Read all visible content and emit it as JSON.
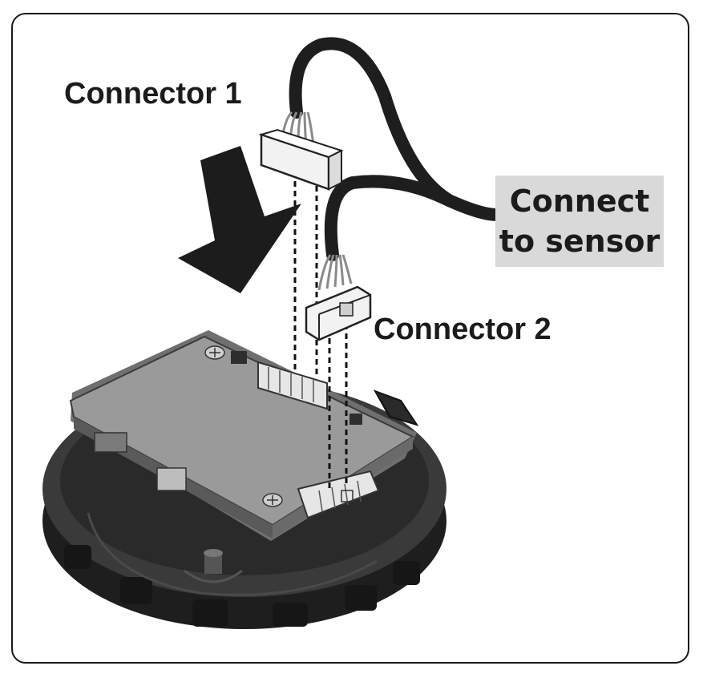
{
  "labels": {
    "connector_1": "Connector 1",
    "connector_2": "Connector 2",
    "sensor_callout_line1": "Connect",
    "sensor_callout_line2": "to sensor"
  },
  "colors": {
    "base_dark": "#2b2b2b",
    "board_gray": "#8c8c8c",
    "cable": "#1e1e1e",
    "callout_bg": "#d9d9d9"
  }
}
